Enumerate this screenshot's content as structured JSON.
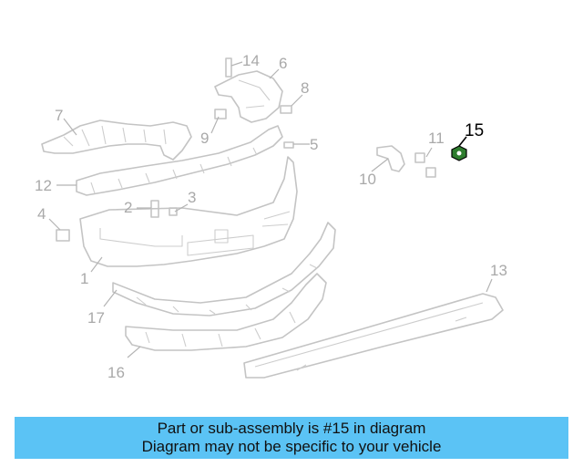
{
  "diagram": {
    "callouts": [
      {
        "id": "c1",
        "label": "1"
      },
      {
        "id": "c2",
        "label": "2"
      },
      {
        "id": "c3",
        "label": "3"
      },
      {
        "id": "c4",
        "label": "4"
      },
      {
        "id": "c5",
        "label": "5"
      },
      {
        "id": "c6",
        "label": "6"
      },
      {
        "id": "c7",
        "label": "7"
      },
      {
        "id": "c8",
        "label": "8"
      },
      {
        "id": "c9",
        "label": "9"
      },
      {
        "id": "c10",
        "label": "10"
      },
      {
        "id": "c11",
        "label": "11"
      },
      {
        "id": "c12",
        "label": "12"
      },
      {
        "id": "c13",
        "label": "13"
      },
      {
        "id": "c14",
        "label": "14"
      },
      {
        "id": "c15",
        "label": "15",
        "highlighted": true
      },
      {
        "id": "c16",
        "label": "16"
      },
      {
        "id": "c17",
        "label": "17"
      }
    ],
    "colors": {
      "part": "#c4c4c4",
      "label": "#a9a9a9",
      "highlight": "#000000",
      "highlight_part": "#2f7d2f"
    }
  },
  "banner": {
    "line1": "Part or sub-assembly is #15 in diagram",
    "line2": "Diagram may not be specific to your vehicle",
    "background": "#5bc3f5"
  }
}
